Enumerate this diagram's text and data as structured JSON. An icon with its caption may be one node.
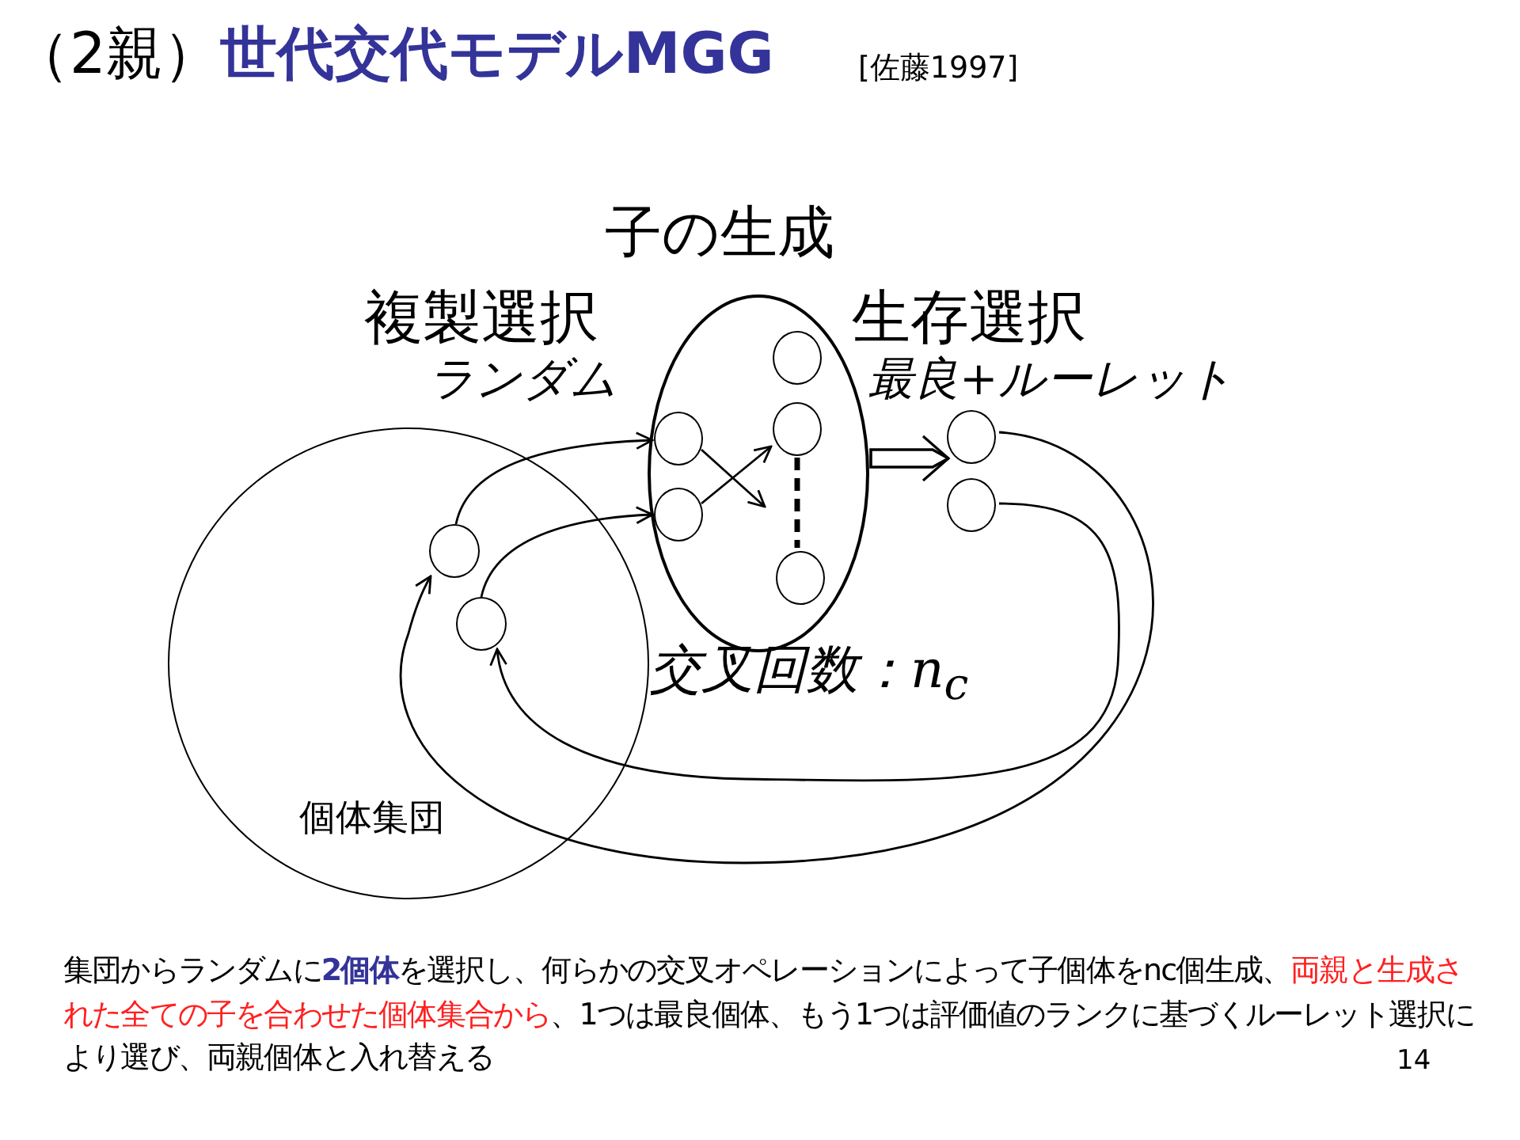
{
  "diagram": {
    "title": "（2親）**世代交代モデルMGG**",
    "caption": "集団からランダムに**2個体**を選択し、何らかの交叉オペレーションによって子個体をnc個生成、*両親と生成された全ての子を合わせた個体集合から*、1つは最良個体、もう1つは評価値のランクに基づくルーレット選択により選び、両親個体と入れ替える",
    "nodes": [
      {
        "text": [
          "個体集団"
        ]
      },
      {
        "text": [],
        "shape": "circle",
        "in": 0
      },
      {
        "text": [],
        "shape": "circle",
        "in": 0
      },
      {
        "text": [
          "子の生成"
        ]
      },
      {
        "text": [],
        "shape": "circle",
        "in": 3
      },
      {
        "text": [],
        "shape": "circle",
        "in": 3
      },
      {
        "text": [],
        "shape": "circle",
        "in": 3
      },
      {
        "text": [],
        "shape": "circle",
        "in": 3
      },
      {
        "text": [],
        "shape": "circle",
        "in": 3
      },
      {
        "text": [],
        "shape": "circle"
      },
      {
        "text": [],
        "shape": "circle"
      }
    ],
    "edges": [
      {
        "from": 1,
        "to": 4,
        "arrow": "to"
      },
      {
        "from": 2,
        "to": 5,
        "arrow": "to"
      },
      {
        "from": 4,
        "to": null,
        "arrow": "to"
      },
      {
        "from": 5,
        "to": 7,
        "arrow": "to"
      },
      {
        "from": 7,
        "to": 8,
        "arrow": "none",
        "style": "dashed"
      },
      {
        "from": 3,
        "to": 9,
        "arrow": "to"
      },
      {
        "from": 9,
        "to": 1,
        "arrow": "to"
      },
      {
        "from": 10,
        "to": 2,
        "arrow": "to"
      }
    ],
    "labels": [
      "[佐藤1997]",
      "複製選択",
      "ランダム",
      "生存選択",
      "最良+ルーレット",
      "交叉回数：n$_{c}$",
      "14"
    ]
  }
}
